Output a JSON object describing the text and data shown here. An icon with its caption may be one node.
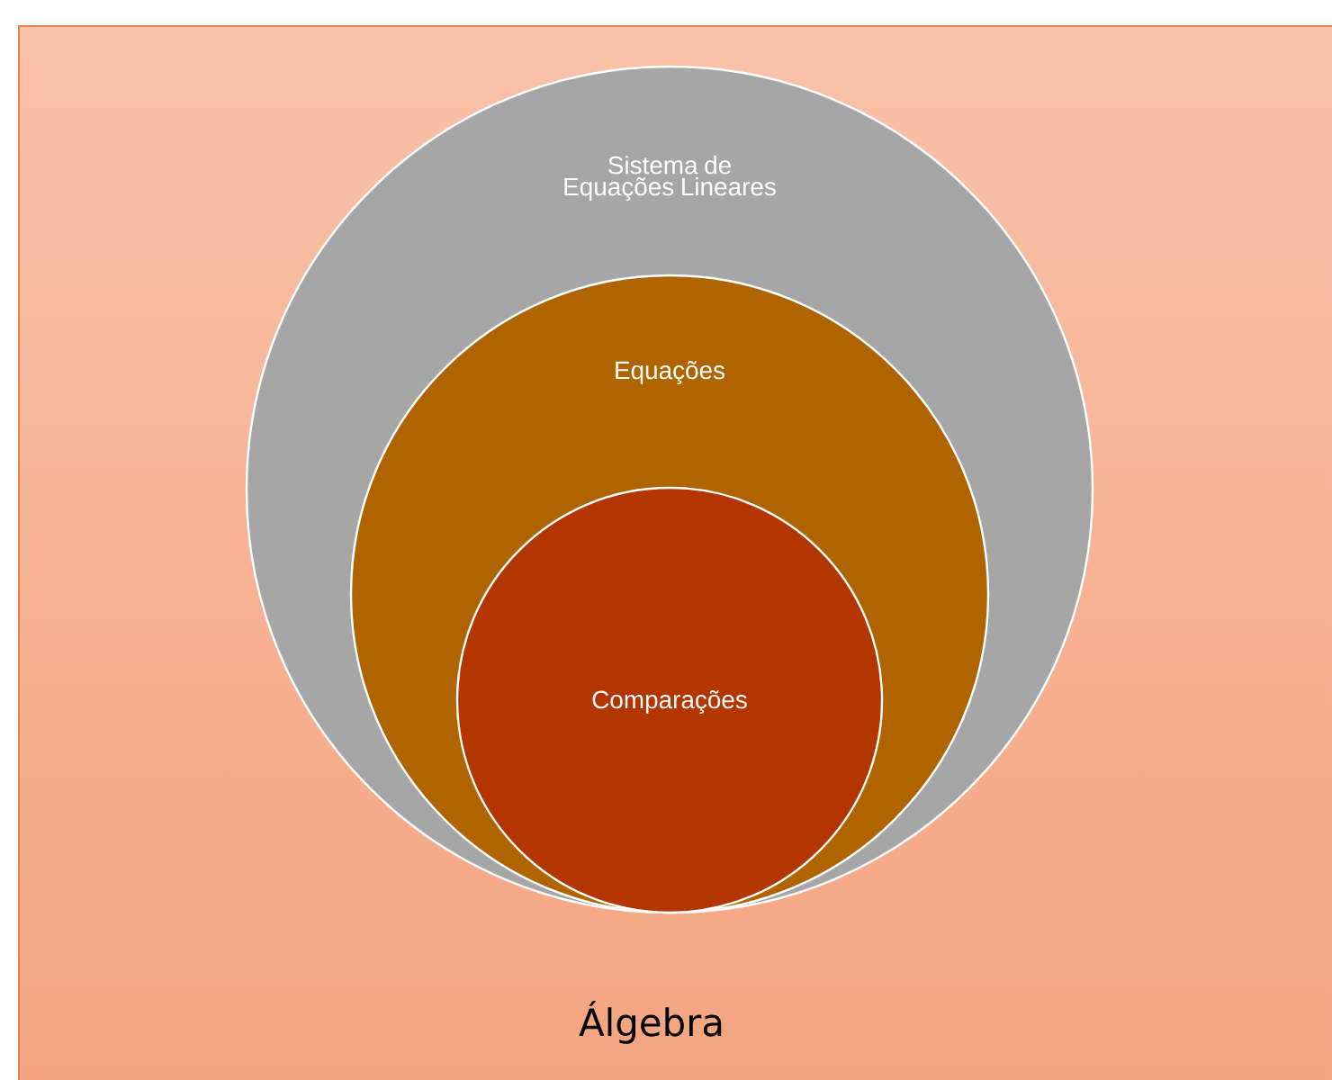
{
  "diagram": {
    "nodes": [
      {
        "text": [
          "Álgebra"
        ]
      },
      {
        "text": [
          "Sistema de Equações Lineares"
        ],
        "in": 0
      },
      {
        "text": [
          "Equações"
        ],
        "in": 1
      },
      {
        "text": [
          "Comparações"
        ],
        "in": 2
      }
    ]
  }
}
